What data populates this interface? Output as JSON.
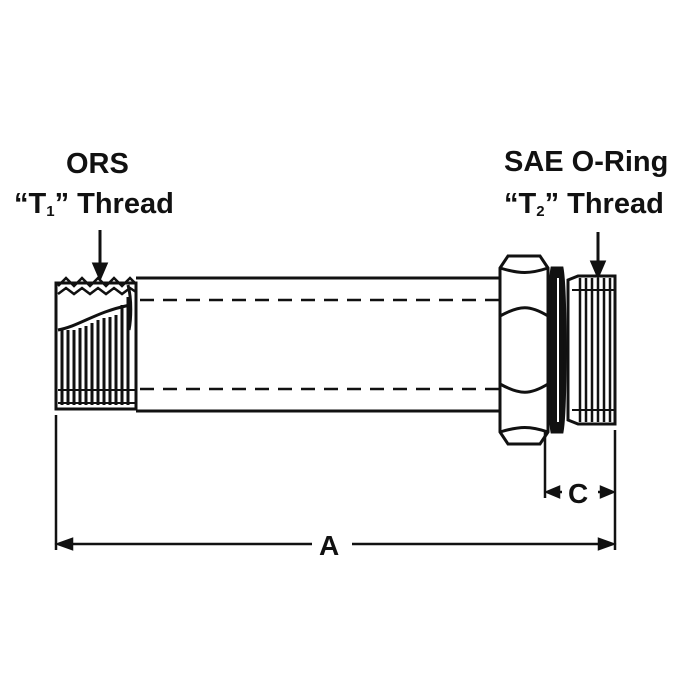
{
  "left_end": {
    "title": "ORS",
    "thread_open": "“T",
    "thread_sub": "1",
    "thread_close": "” Thread"
  },
  "right_end": {
    "title": "SAE O-Ring",
    "thread_open": "“T",
    "thread_sub": "2",
    "thread_close": "” Thread"
  },
  "dimensions": {
    "overall": "A",
    "o_ring_end": "C"
  },
  "colors": {
    "ink": "#111111",
    "paper": "#ffffff"
  }
}
